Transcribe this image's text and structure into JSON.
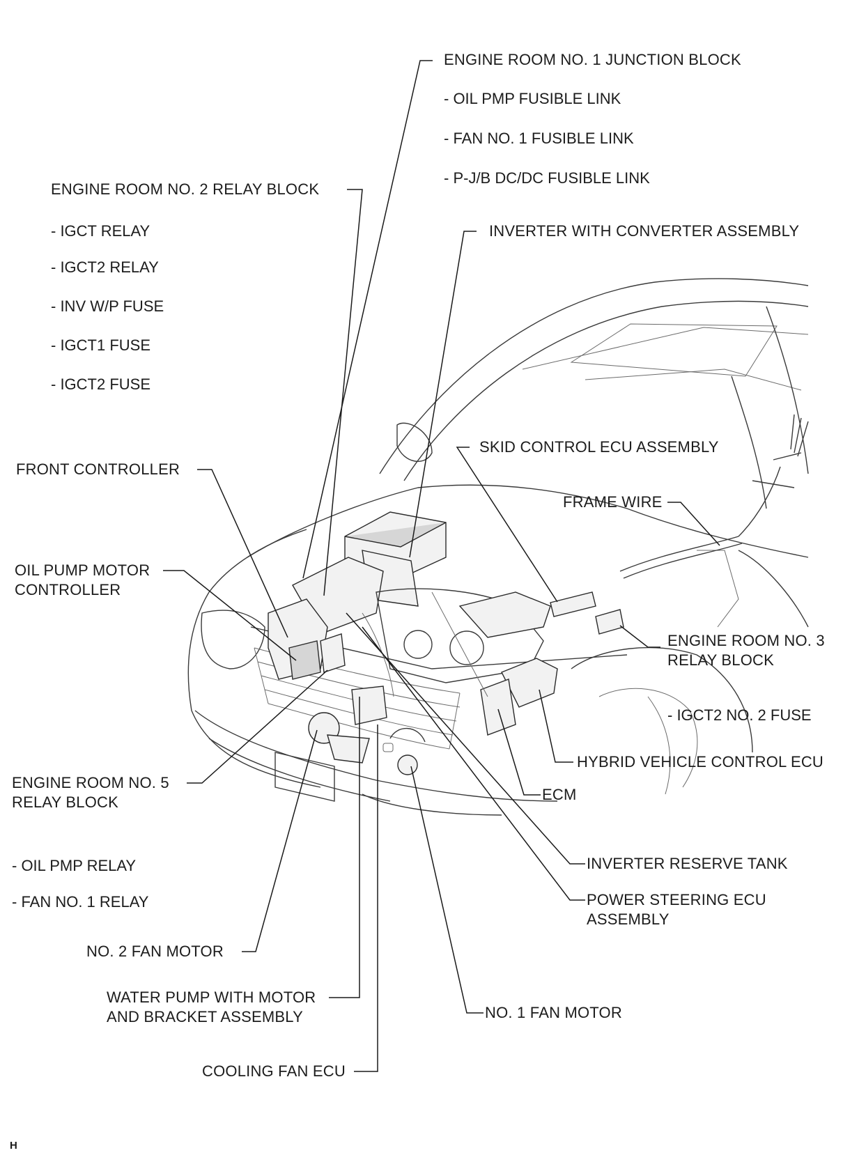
{
  "labels": {
    "engine_room_1_jb": "ENGINE ROOM NO. 1 JUNCTION BLOCK",
    "engine_room_1_jb_items": [
      "- OIL PMP FUSIBLE LINK",
      "- FAN NO. 1 FUSIBLE LINK",
      "- P-J/B DC/DC FUSIBLE LINK"
    ],
    "engine_room_2_rb": "ENGINE ROOM NO. 2 RELAY BLOCK",
    "engine_room_2_rb_items": [
      "- IGCT RELAY",
      "- IGCT2 RELAY",
      "- INV W/P FUSE",
      "- IGCT1 FUSE",
      "- IGCT2 FUSE"
    ],
    "inverter_converter": "INVERTER WITH CONVERTER ASSEMBLY",
    "skid_control_ecu": "SKID CONTROL ECU ASSEMBLY",
    "front_controller": "FRONT CONTROLLER",
    "frame_wire": "FRAME WIRE",
    "oil_pump_motor_controller": [
      "OIL PUMP MOTOR",
      "CONTROLLER"
    ],
    "engine_room_3_rb": [
      "ENGINE ROOM NO. 3",
      "RELAY BLOCK"
    ],
    "engine_room_3_rb_items": [
      "- IGCT2 NO. 2 FUSE"
    ],
    "hybrid_vehicle_ecu": "HYBRID VEHICLE CONTROL ECU",
    "ecm": "ECM",
    "engine_room_5_rb": [
      "ENGINE ROOM NO. 5",
      "RELAY BLOCK"
    ],
    "engine_room_5_rb_items": [
      "- OIL PMP RELAY",
      "- FAN NO. 1 RELAY"
    ],
    "inverter_reserve_tank": "INVERTER RESERVE TANK",
    "power_steering_ecu": [
      "POWER STEERING ECU",
      "ASSEMBLY"
    ],
    "no2_fan_motor": "NO. 2 FAN MOTOR",
    "water_pump": [
      "WATER PUMP WITH MOTOR",
      "AND BRACKET ASSEMBLY"
    ],
    "no1_fan_motor": "NO. 1 FAN MOTOR",
    "cooling_fan_ecu": "COOLING FAN ECU"
  },
  "figure_id": "H"
}
